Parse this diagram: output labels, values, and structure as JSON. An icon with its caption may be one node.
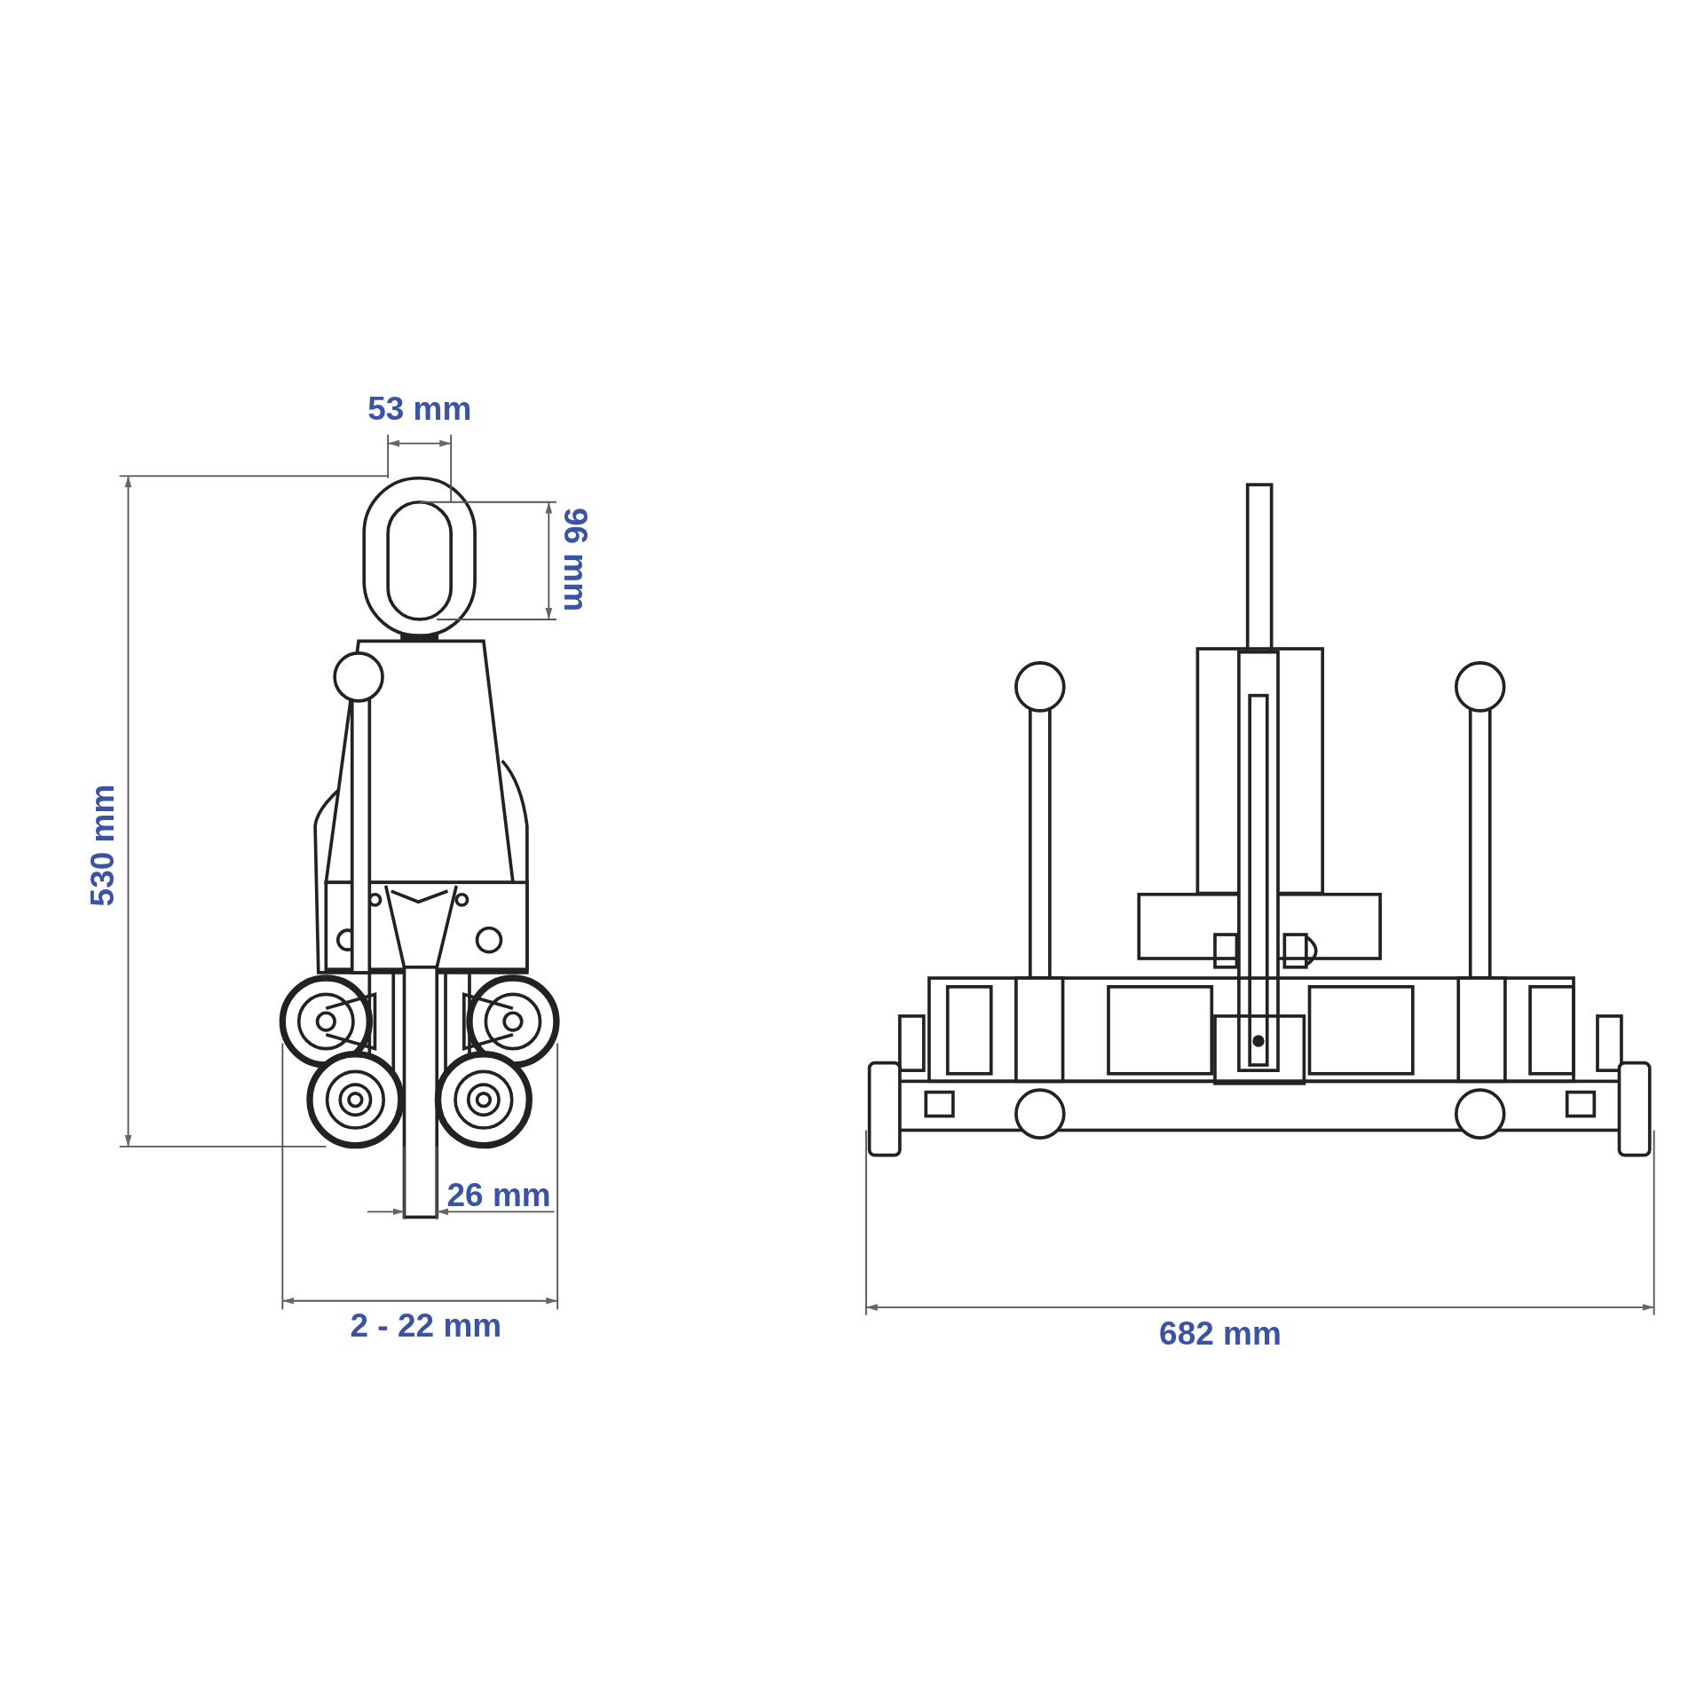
{
  "diagram": {
    "labels": [
      "53 mm",
      "96 mm",
      "530 mm",
      "26 mm",
      "2 - 22 mm",
      "682 mm"
    ]
  }
}
